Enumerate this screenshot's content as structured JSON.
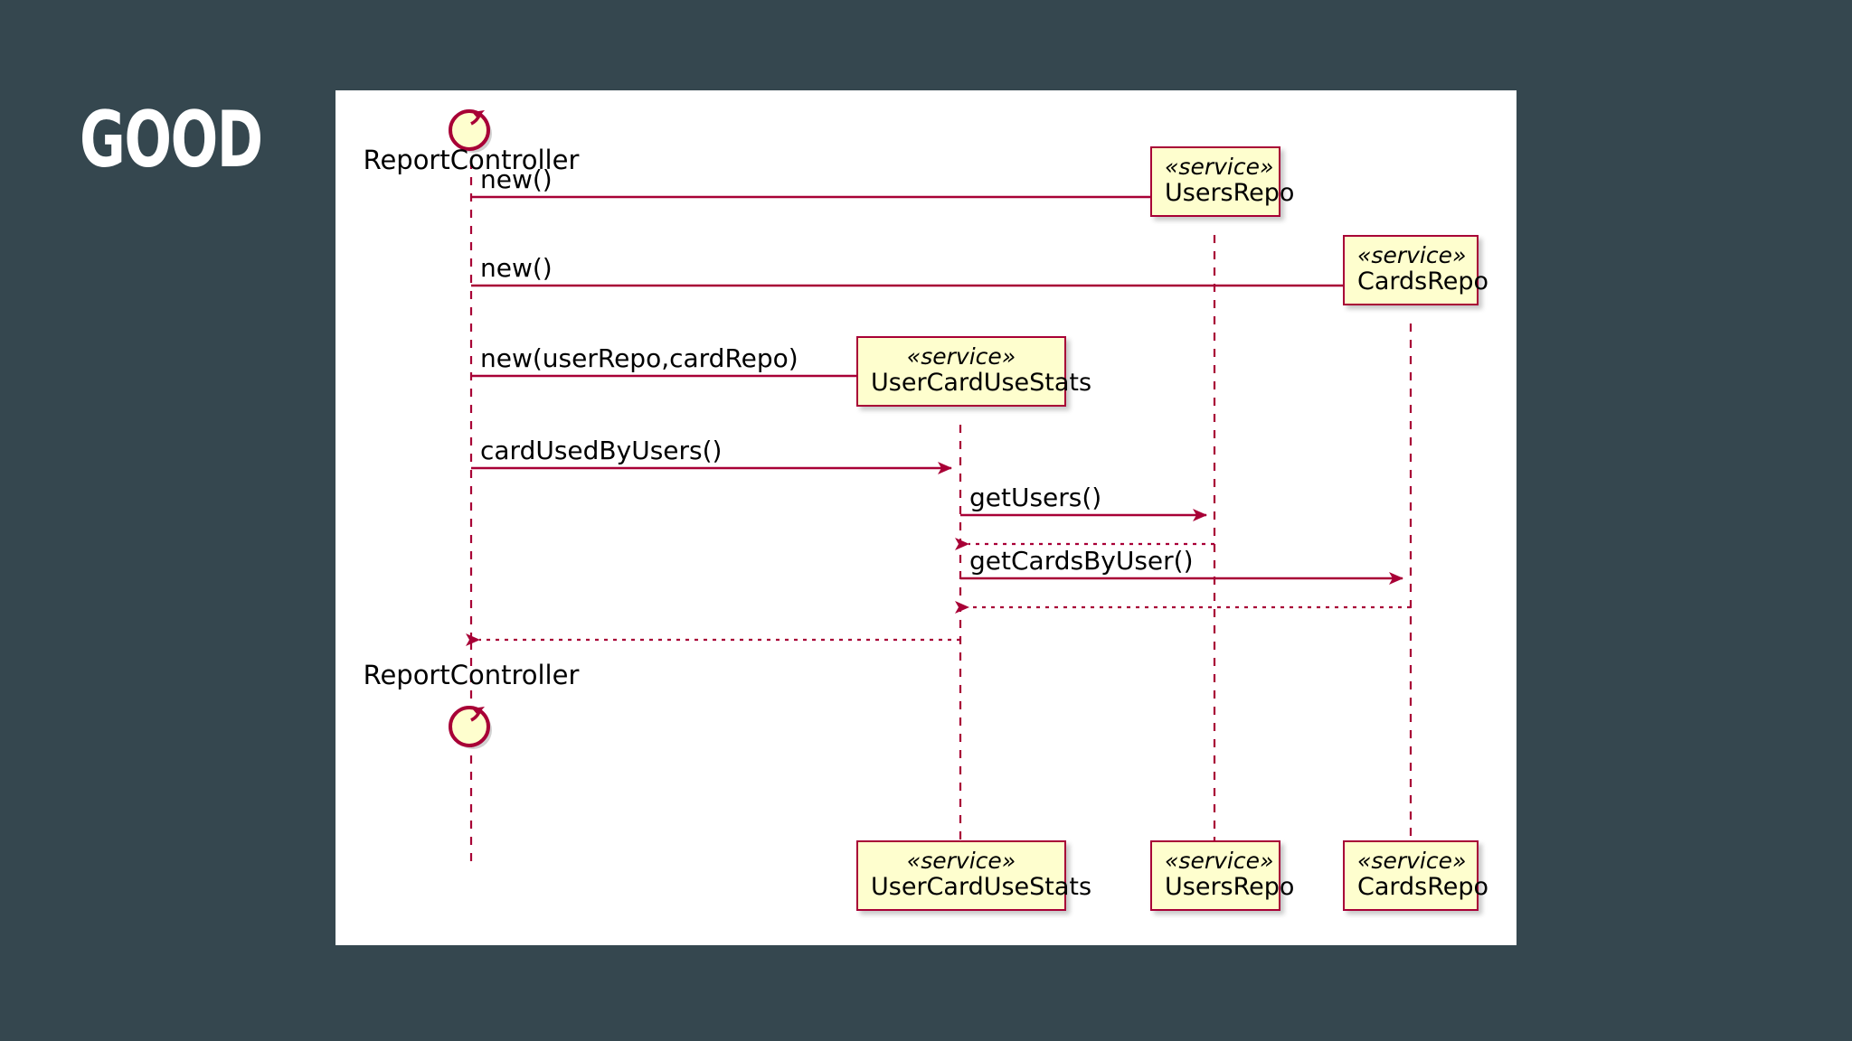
{
  "slide": {
    "title": "GOOD",
    "background_color": "#35474f",
    "canvas_color": "#ffffff"
  },
  "theme": {
    "line_color": "#a80036",
    "box_fill": "#fefece",
    "box_border": "#a80036",
    "text_color": "#000000"
  },
  "diagram": {
    "type": "uml-sequence-diagram",
    "actor": {
      "name": "ReportController",
      "icon": "entry-point-circle-icon",
      "top_label": "ReportController",
      "bottom_label": "ReportController"
    },
    "participants": [
      {
        "id": "usercardusestats",
        "stereotype": "«service»",
        "name": "UserCardUseStats"
      },
      {
        "id": "usersrepo",
        "stereotype": "«service»",
        "name": "UsersRepo"
      },
      {
        "id": "cardsrepo",
        "stereotype": "«service»",
        "name": "CardsRepo"
      }
    ],
    "messages": [
      {
        "label": "new()",
        "from": "ReportController",
        "to": "UsersRepo",
        "kind": "call"
      },
      {
        "label": "new()",
        "from": "ReportController",
        "to": "CardsRepo",
        "kind": "call"
      },
      {
        "label": "new(userRepo,cardRepo)",
        "from": "ReportController",
        "to": "UserCardUseStats",
        "kind": "call"
      },
      {
        "label": "cardUsedByUsers()",
        "from": "ReportController",
        "to": "UserCardUseStats",
        "kind": "call"
      },
      {
        "label": "getUsers()",
        "from": "UserCardUseStats",
        "to": "UsersRepo",
        "kind": "call"
      },
      {
        "label": "",
        "from": "UsersRepo",
        "to": "UserCardUseStats",
        "kind": "return"
      },
      {
        "label": "getCardsByUser()",
        "from": "UserCardUseStats",
        "to": "CardsRepo",
        "kind": "call"
      },
      {
        "label": "",
        "from": "CardsRepo",
        "to": "UserCardUseStats",
        "kind": "return"
      },
      {
        "label": "",
        "from": "UserCardUseStats",
        "to": "ReportController",
        "kind": "return"
      }
    ]
  }
}
